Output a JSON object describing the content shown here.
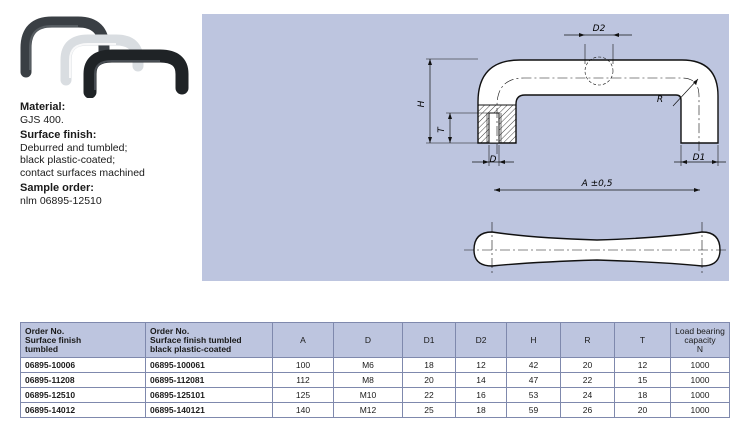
{
  "material": {
    "label": "Material:",
    "value": "GJS 400."
  },
  "surface_finish": {
    "label": "Surface finish:",
    "lines": [
      "Deburred and tumbled;",
      "black plastic-coated;",
      "contact surfaces machined"
    ]
  },
  "sample_order": {
    "label": "Sample order:",
    "value": "nlm 06895-12510"
  },
  "drawing": {
    "labels": {
      "d2": "D2",
      "h": "H",
      "t": "T",
      "d": "D",
      "r": "R",
      "d1": "D1",
      "a": "A ±0,5"
    }
  },
  "table": {
    "headers": [
      [
        "Order No.",
        "Surface finish",
        "tumbled"
      ],
      [
        "Order No.",
        "Surface finish tumbled",
        "black plastic-coated"
      ],
      [
        "A"
      ],
      [
        "D"
      ],
      [
        "D1"
      ],
      [
        "D2"
      ],
      [
        "H"
      ],
      [
        "R"
      ],
      [
        "T"
      ],
      [
        "Load bearing",
        "capacity",
        "N"
      ]
    ],
    "rows": [
      [
        "06895-10006",
        "06895-100061",
        "100",
        "M6",
        "18",
        "12",
        "42",
        "20",
        "12",
        "1000"
      ],
      [
        "06895-11208",
        "06895-112081",
        "112",
        "M8",
        "20",
        "14",
        "47",
        "22",
        "15",
        "1000"
      ],
      [
        "06895-12510",
        "06895-125101",
        "125",
        "M10",
        "22",
        "16",
        "53",
        "24",
        "18",
        "1000"
      ],
      [
        "06895-14012",
        "06895-140121",
        "140",
        "M12",
        "25",
        "18",
        "59",
        "26",
        "20",
        "1000"
      ]
    ]
  },
  "colors": {
    "panel": "#bdc5df",
    "handle_black": "#2b2f33",
    "handle_white": "#e6e9ec"
  }
}
